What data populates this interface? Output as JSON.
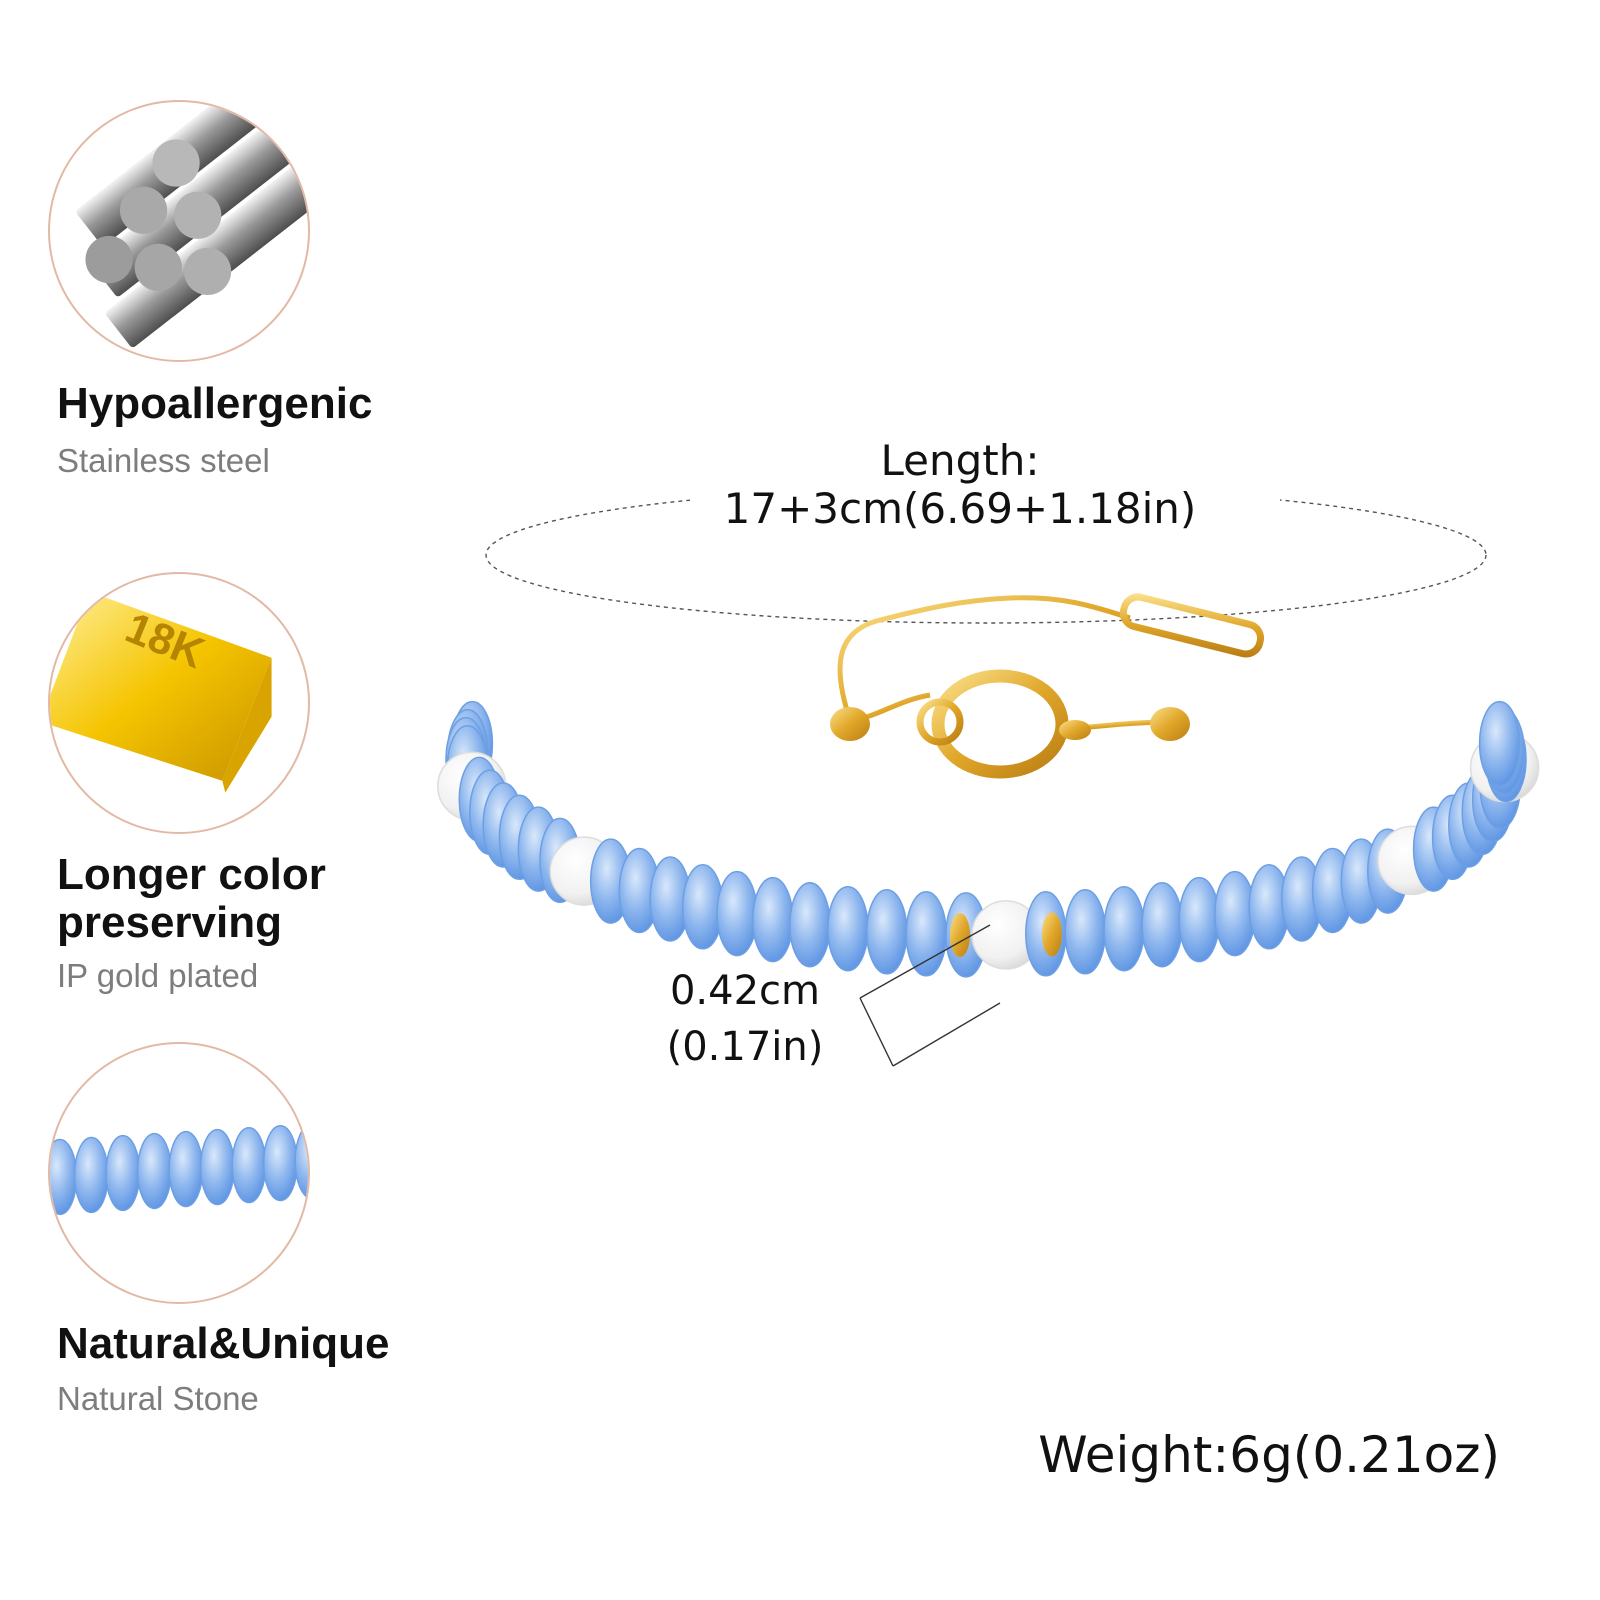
{
  "features": [
    {
      "title": "Hypoallergenic",
      "subtitle": "Stainless steel",
      "icon": "steel-rods-icon"
    },
    {
      "title": "Longer color preserving",
      "subtitle": "IP gold plated",
      "icon": "gold-bar-icon",
      "badge": "18K"
    },
    {
      "title": "Natural&Unique",
      "subtitle": "Natural Stone",
      "icon": "stone-beads-icon"
    }
  ],
  "dimensions": {
    "length_label": "Length:",
    "length_value": "17+3cm(6.69+1.18in)",
    "bead_cm": "0.42cm",
    "bead_in": "(0.17in)",
    "weight": "Weight:6g(0.21oz)"
  },
  "colors": {
    "ring": "#e2b9a4",
    "stone": "#8fb7ec",
    "gold": "#e0a72a",
    "pearl": "#f6f6f6"
  }
}
